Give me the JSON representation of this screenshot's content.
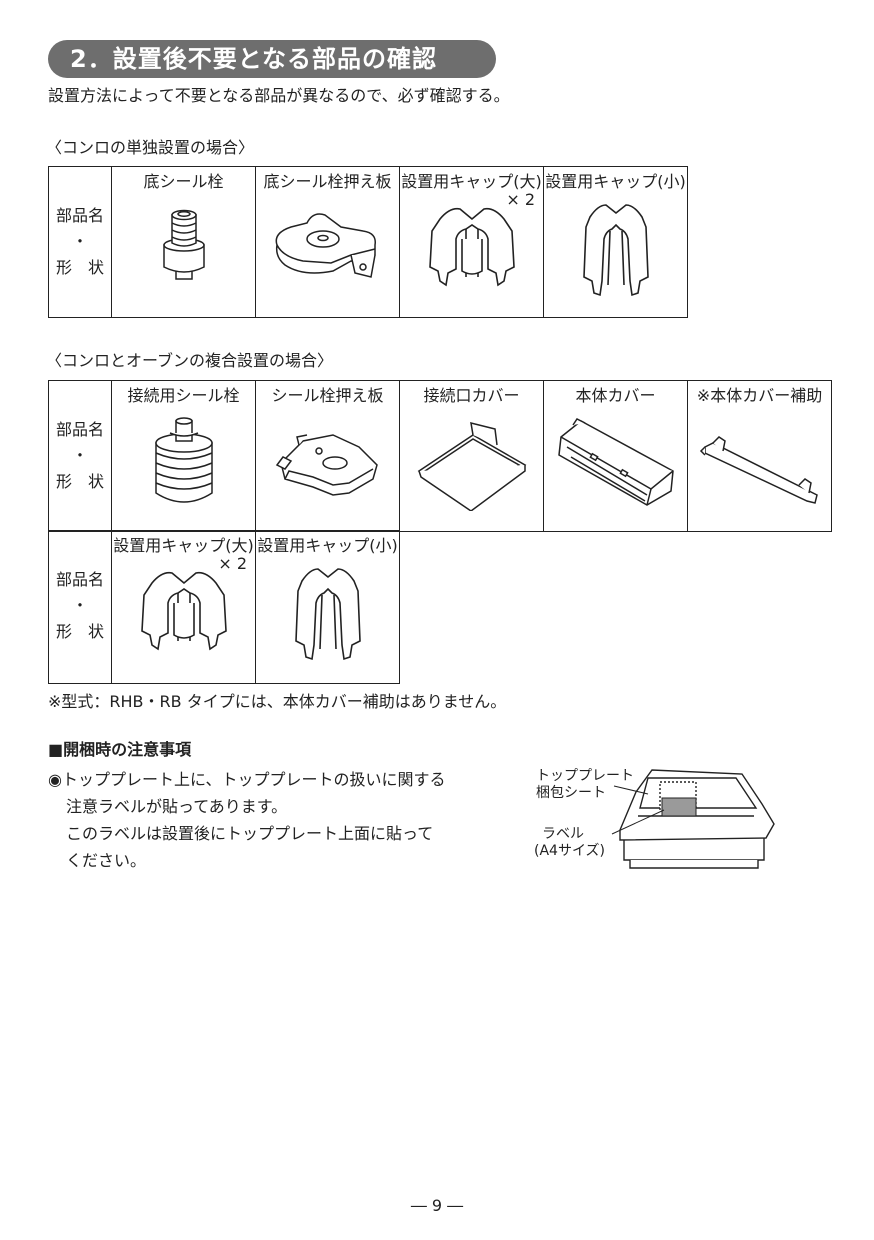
{
  "section": {
    "title": "2．設置後不要となる部品の確認",
    "intro": "設置方法によって不要となる部品が異なるので、必ず確認する。"
  },
  "row_label": {
    "line1": "部品名",
    "line2": "・",
    "line3": "形　状"
  },
  "table1": {
    "caption": "〈コンロの単独設置の場合〉",
    "parts": [
      {
        "name": "底シール栓",
        "qty": "",
        "icon": "seal-plug-icon"
      },
      {
        "name": "底シール栓押え板",
        "qty": "",
        "icon": "seal-plug-holder-plate-icon"
      },
      {
        "name": "設置用キャップ(大)",
        "qty": "× 2",
        "icon": "install-cap-large-icon"
      },
      {
        "name": "設置用キャップ(小)",
        "qty": "",
        "icon": "install-cap-small-icon"
      }
    ]
  },
  "table2": {
    "caption": "〈コンロとオーブンの複合設置の場合〉",
    "row1": [
      {
        "name": "接続用シール栓",
        "qty": "",
        "icon": "connection-seal-plug-icon"
      },
      {
        "name": "シール栓押え板",
        "qty": "",
        "icon": "seal-plug-plate-icon"
      },
      {
        "name": "接続口カバー",
        "qty": "",
        "icon": "connection-port-cover-icon"
      },
      {
        "name": "本体カバー",
        "qty": "",
        "icon": "body-cover-icon"
      },
      {
        "name": "※本体カバー補助",
        "qty": "",
        "icon": "body-cover-support-icon"
      }
    ],
    "row2": [
      {
        "name": "設置用キャップ(大)",
        "qty": "× 2",
        "icon": "install-cap-large-icon"
      },
      {
        "name": "設置用キャップ(小)",
        "qty": "",
        "icon": "install-cap-small-icon"
      }
    ]
  },
  "note": "※型式：RHB・RB タイプには、本体カバー補助はありません。",
  "unpacking": {
    "heading": "■開梱時の注意事項",
    "lines": [
      "◉トッププレート上に、トッププレートの扱いに関する",
      "注意ラベルが貼ってあります。",
      "このラベルは設置後にトッププレート上面に貼って",
      "ください。"
    ],
    "figure": {
      "label_sheet_1": "トッププレート",
      "label_sheet_2": "梱包シート",
      "label_label_1": "ラベル",
      "label_label_2": "(A4サイズ)"
    }
  },
  "page_number": "― 9 ―"
}
